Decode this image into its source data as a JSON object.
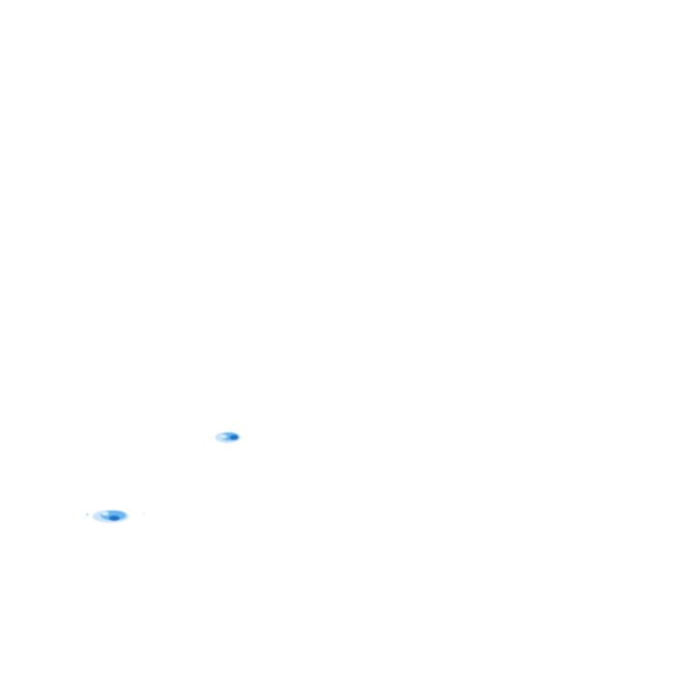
{
  "canvas": {
    "background": "#ffffff"
  },
  "palette": {
    "light": "#bfe0fb",
    "mid": "#6bb6ef",
    "dark": "#1e73c8"
  },
  "blobs": [
    {
      "name": "blue-blob-upper",
      "icon": "blue-blob"
    },
    {
      "name": "blue-blob-lower",
      "icon": "blue-blob"
    }
  ]
}
